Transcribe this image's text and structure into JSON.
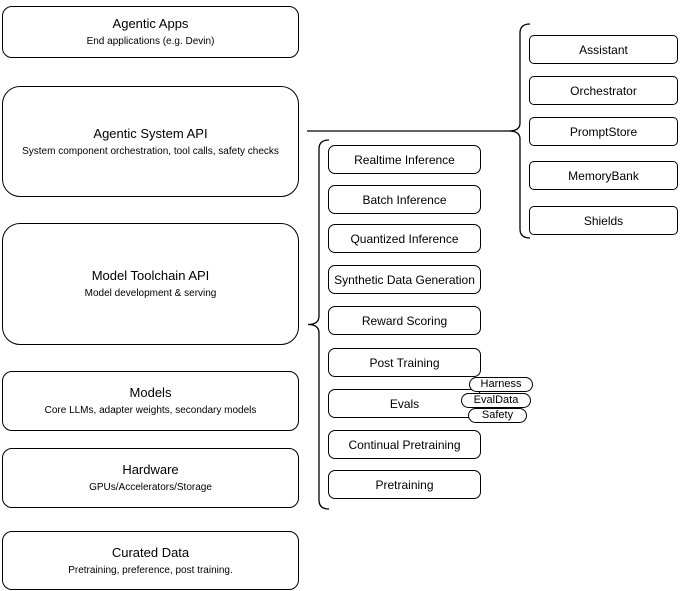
{
  "colors": {
    "background": "#ffffff",
    "stroke": "#000000",
    "text": "#000000"
  },
  "left_column": {
    "boxes": [
      {
        "title": "Agentic Apps",
        "subtitle": "End applications (e.g. Devin)"
      },
      {
        "title": "Agentic System API",
        "subtitle": "System component orchestration, tool calls, safety checks"
      },
      {
        "title": "Model Toolchain API",
        "subtitle": "Model development & serving"
      },
      {
        "title": "Models",
        "subtitle": "Core LLMs, adapter weights, secondary models"
      },
      {
        "title": "Hardware",
        "subtitle": "GPUs/Accelerators/Storage"
      },
      {
        "title": "Curated Data",
        "subtitle": "Pretraining, preference, post training."
      }
    ]
  },
  "toolchain_group": {
    "items": [
      "Realtime Inference",
      "Batch Inference",
      "Quantized Inference",
      "Synthetic Data Generation",
      "Reward Scoring",
      "Post Training",
      "Evals",
      "Continual Pretraining",
      "Pretraining"
    ],
    "evals_tags": [
      "Harness",
      "EvalData",
      "Safety"
    ]
  },
  "system_group": {
    "items": [
      "Assistant",
      "Orchestrator",
      "PromptStore",
      "MemoryBank",
      "Shields"
    ]
  }
}
